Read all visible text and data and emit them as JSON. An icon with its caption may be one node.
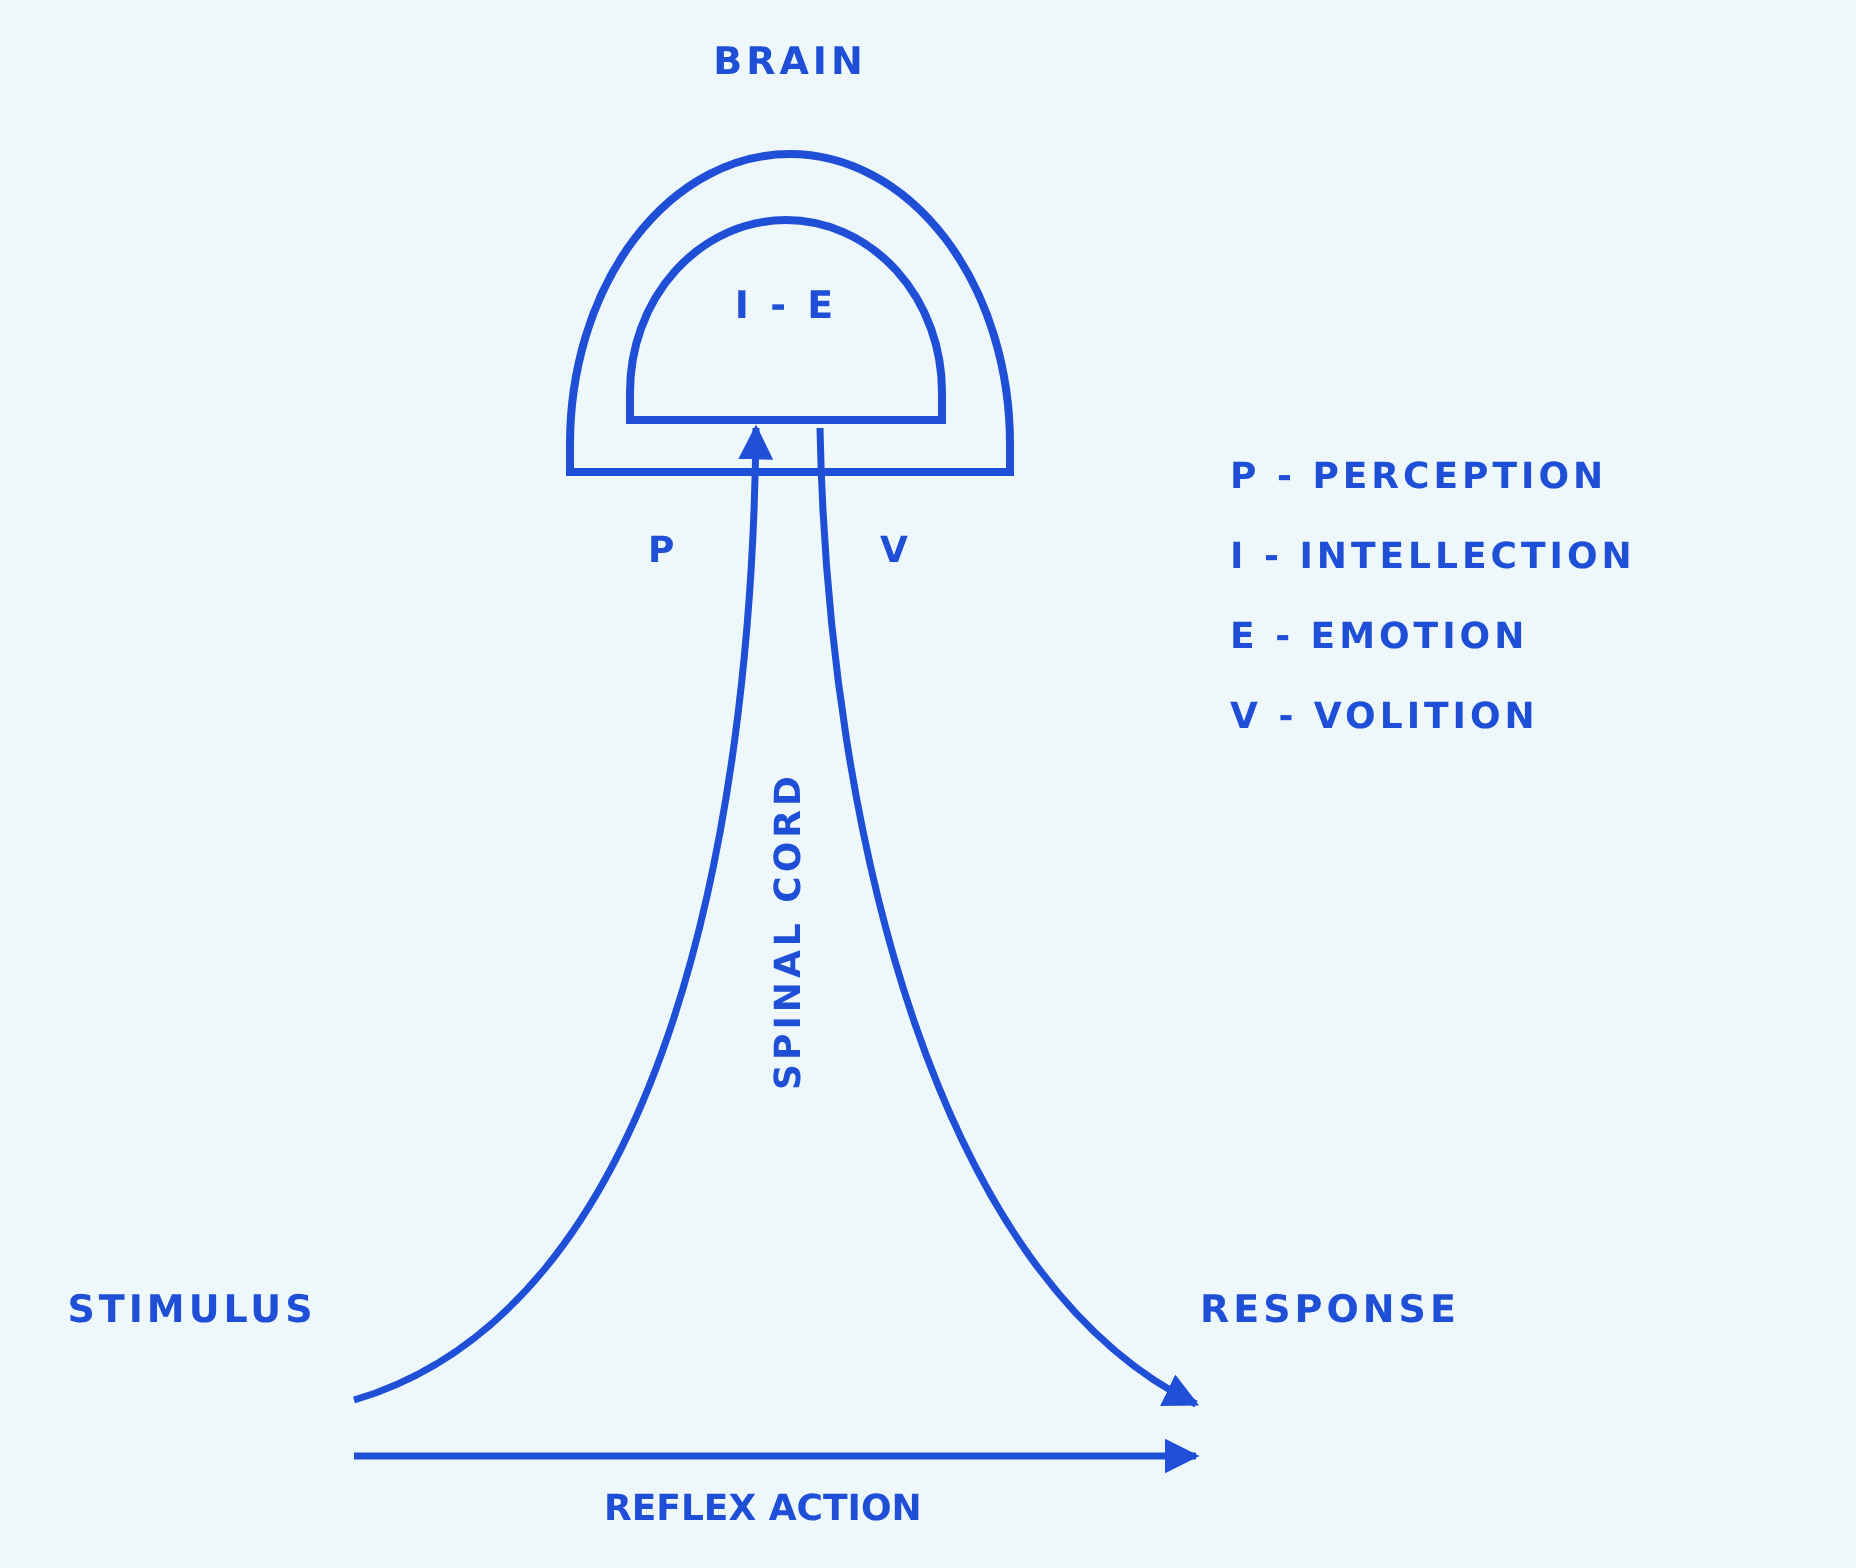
{
  "diagram": {
    "nodes": [
      {
        "text": [
          "BRAIN"
        ]
      },
      {
        "text": [
          "I - E"
        ],
        "in": 0
      },
      {
        "text": [
          "STIMULUS"
        ]
      },
      {
        "text": [
          "RESPONSE"
        ]
      }
    ],
    "edges": [
      {
        "from": 2,
        "to": 1,
        "arrow": "to",
        "label": "P"
      },
      {
        "from": 1,
        "to": 3,
        "arrow": "to",
        "label": "V"
      },
      {
        "from": 2,
        "to": 3,
        "arrow": "to",
        "label": "REFLEX ACTION"
      }
    ],
    "labels": [
      "P - PERCEPTION",
      "I - INTELLECTION",
      "E - EMOTION",
      "V - VOLITION",
      "SPINAL CORD"
    ]
  }
}
